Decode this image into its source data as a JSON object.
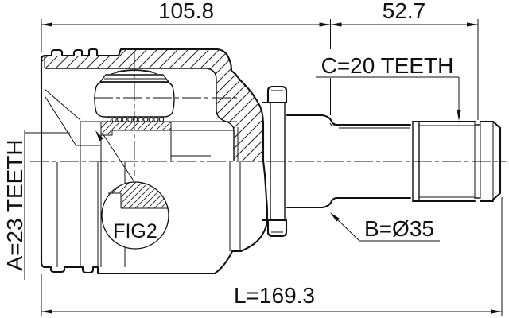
{
  "dimensions": {
    "housing_width": "105.8",
    "spline_length": "52.7",
    "overall_length": "L=169.3"
  },
  "labels": {
    "inner_spline_teeth": "A=23 TEETH",
    "shaft_diameter": "B=Ø35",
    "outer_spline_teeth": "C=20 TEETH",
    "detail_reference": "FIG2"
  },
  "colors": {
    "line": "#111111",
    "background": "#ffffff"
  }
}
